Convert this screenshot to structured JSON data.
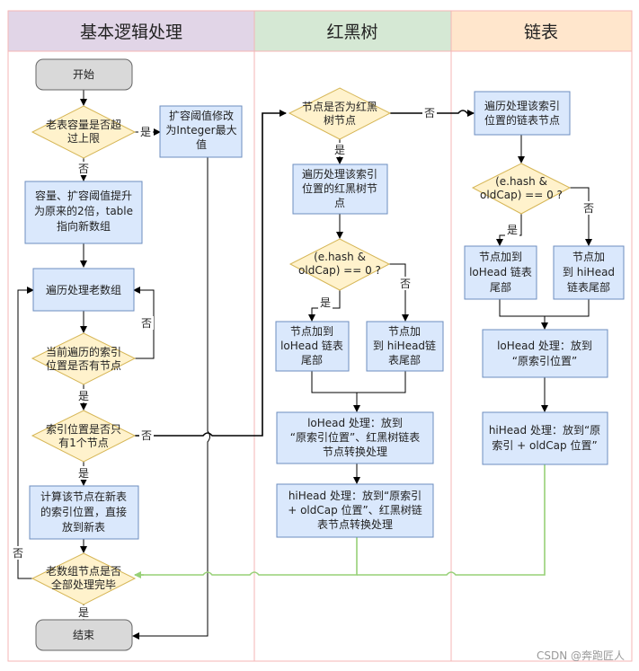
{
  "lanes": {
    "basic": "基本逻辑处理",
    "rbtree": "红黑树",
    "list": "链表"
  },
  "colors": {
    "lane_basic_header": "#e1d5e7",
    "lane_rbtree_header": "#d5e8d4",
    "lane_list_header": "#ffe6cc",
    "lane_border": "#f4b6b6",
    "process_fill": "#dae8fc",
    "process_stroke": "#6c8ebf",
    "decision_fill": "#fff2cc",
    "decision_stroke": "#d6b656",
    "terminal_fill": "#d9d9d9",
    "green_line": "#97d077"
  },
  "nodes": {
    "start": "开始",
    "old_capacity_max": [
      "老表容量是否超",
      "过上限"
    ],
    "set_threshold": [
      "扩容阈值修改",
      "为Integer最大",
      "值"
    ],
    "double_capacity": [
      "容量、扩容阈值提升",
      "为原来的2倍，table",
      "指向新数组"
    ],
    "traverse_old": "遍历处理老数组",
    "has_node": [
      "当前遍历的索引",
      "位置是否有节点"
    ],
    "only_one": [
      "索引位置是否只",
      "有1个节点"
    ],
    "compute_index": [
      "计算该节点在新表",
      "的索引位置，直接",
      "放到新表"
    ],
    "all_done": [
      "老数组节点是否",
      "全部处理完毕"
    ],
    "end": "结束",
    "is_rbtree": [
      "节点是否为红黑",
      "树节点"
    ],
    "rb_traverse": [
      "遍历处理该索引",
      "位置的红黑树节",
      "点"
    ],
    "rb_cond": [
      "(e.hash &",
      "oldCap) == 0 ?"
    ],
    "rb_lo_tail": [
      "节点加到",
      "loHead 链表",
      "尾部"
    ],
    "rb_hi_tail": [
      "节点加",
      "到 hiHead链",
      "表尾部"
    ],
    "rb_lo_handle": [
      "loHead 处理：放到",
      "“原索引位置”、红黑树链表",
      "节点转换处理"
    ],
    "rb_hi_handle": [
      "hiHead 处理：放到“原索引",
      "+ oldCap 位置”、红黑树链",
      "表节点转换处理"
    ],
    "list_traverse": [
      "遍历处理该索引",
      "位置的链表节点"
    ],
    "list_cond": [
      "(e.hash &",
      "oldCap) == 0 ?"
    ],
    "list_lo_tail": [
      "节点加到",
      "loHead 链表",
      "尾部"
    ],
    "list_hi_tail": [
      "节点加",
      "到 hiHead",
      "链表尾部"
    ],
    "list_lo_handle": [
      "loHead 处理：放到",
      "“原索引位置”"
    ],
    "list_hi_handle": [
      "hiHead 处理：放到“原",
      "索引 + oldCap 位置”"
    ]
  },
  "edge_labels": {
    "yes": "是",
    "no": "否"
  },
  "watermark": "CSDN @奔跑匠人"
}
